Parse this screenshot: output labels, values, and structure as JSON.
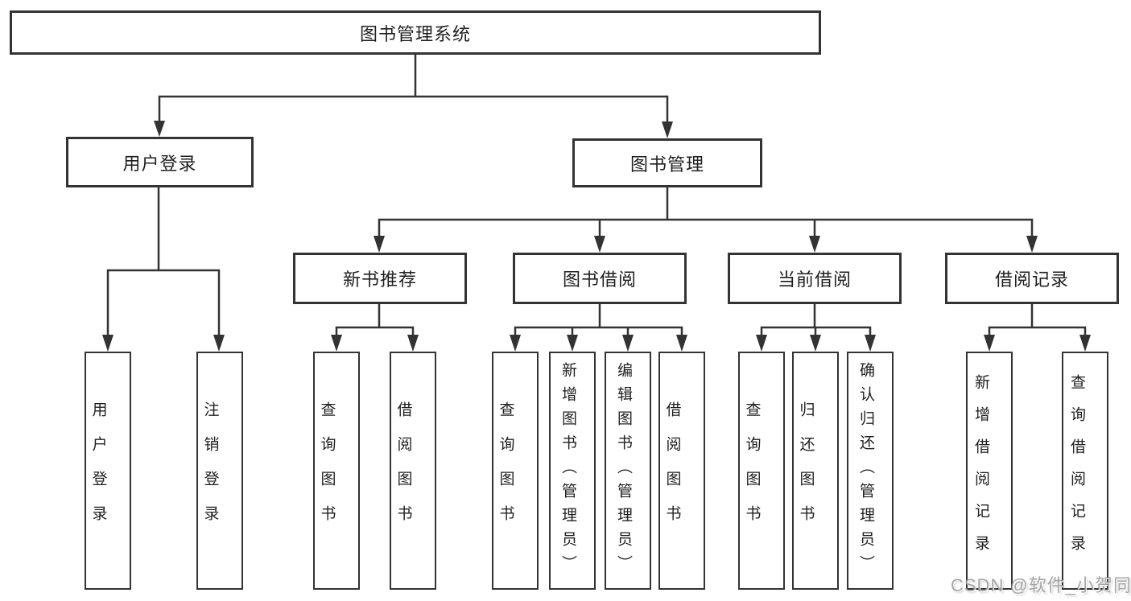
{
  "diagram": {
    "root": {
      "label": "图书管理系统",
      "children": [
        {
          "label": "用户登录",
          "children": [
            {
              "label": "用户登录"
            },
            {
              "label": "注销登录"
            }
          ]
        },
        {
          "label": "图书管理",
          "children": [
            {
              "label": "新书推荐",
              "children": [
                {
                  "label": "查询图书"
                },
                {
                  "label": "借阅图书"
                }
              ]
            },
            {
              "label": "图书借阅",
              "children": [
                {
                  "label": "查询图书"
                },
                {
                  "label": "新增图书（管理员）"
                },
                {
                  "label": "编辑图书（管理员）"
                },
                {
                  "label": "借阅图书"
                }
              ]
            },
            {
              "label": "当前借阅",
              "children": [
                {
                  "label": "查询图书"
                },
                {
                  "label": "归还图书"
                },
                {
                  "label": "确认归还（管理员）"
                }
              ]
            },
            {
              "label": "借阅记录",
              "children": [
                {
                  "label": "新增借阅记录"
                },
                {
                  "label": "查询借阅记录"
                }
              ]
            }
          ]
        }
      ]
    },
    "colors": {
      "line": "#333333",
      "box_border": "#333333",
      "text": "#1f1f1f",
      "background": "#ffffff",
      "watermark": "#949494"
    }
  },
  "watermark": {
    "text": "CSDN @软件_小贺同学"
  }
}
